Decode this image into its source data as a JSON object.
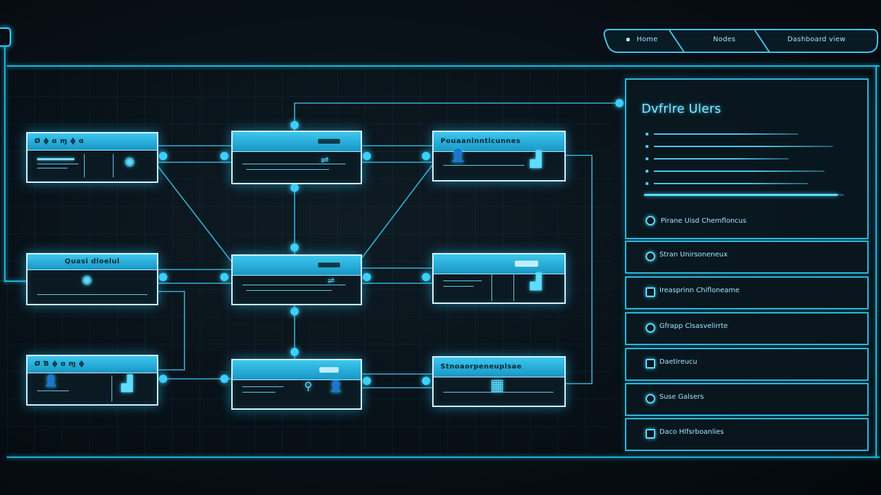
{
  "tabs": [
    {
      "label": "Home"
    },
    {
      "label": "Nodes"
    },
    {
      "label": "Dashboard view"
    }
  ],
  "panel": {
    "title": "Dvfrlre Ulers",
    "progress": 0.97,
    "primary_item": "Pirane Uisd Chemfloncus"
  },
  "list_items": [
    {
      "label": "Stran Unirsoneneux",
      "icon": "circle-icon"
    },
    {
      "label": "Ireasprinn Chifloneame",
      "icon": "square-icon"
    },
    {
      "label": "Gfrapp Clsasvelirrte",
      "icon": "circle-icon"
    },
    {
      "label": "Daetireucu",
      "icon": "square-icon"
    },
    {
      "label": "Suse Galsers",
      "icon": "circle-icon"
    },
    {
      "label": "Daco Hlfsrboanlies",
      "icon": "square-icon"
    }
  ],
  "nodes": [
    {
      "id": "n1",
      "title": "Ø ɸ ɑ ɱ ɸ ɑ"
    },
    {
      "id": "n2",
      "title": ""
    },
    {
      "id": "n3",
      "title": "Pouaanlnntlcunnes"
    },
    {
      "id": "n4",
      "title": "Quasi dloelul"
    },
    {
      "id": "n5",
      "title": ""
    },
    {
      "id": "n6",
      "title": ""
    },
    {
      "id": "n7",
      "title": "Ø Ɓ ɸ ɑ ɱ ɸ"
    },
    {
      "id": "n8",
      "title": ""
    },
    {
      "id": "n9",
      "title": "Stnoaorpeneuplsae"
    }
  ],
  "icons": {
    "brain": "brain-icon",
    "person": "person-icon",
    "chart": "bar-chart-icon",
    "building": "building-icon"
  },
  "colors": {
    "accent": "#3fd2ff",
    "frame": "#1fb3d9",
    "background": "#081017"
  }
}
